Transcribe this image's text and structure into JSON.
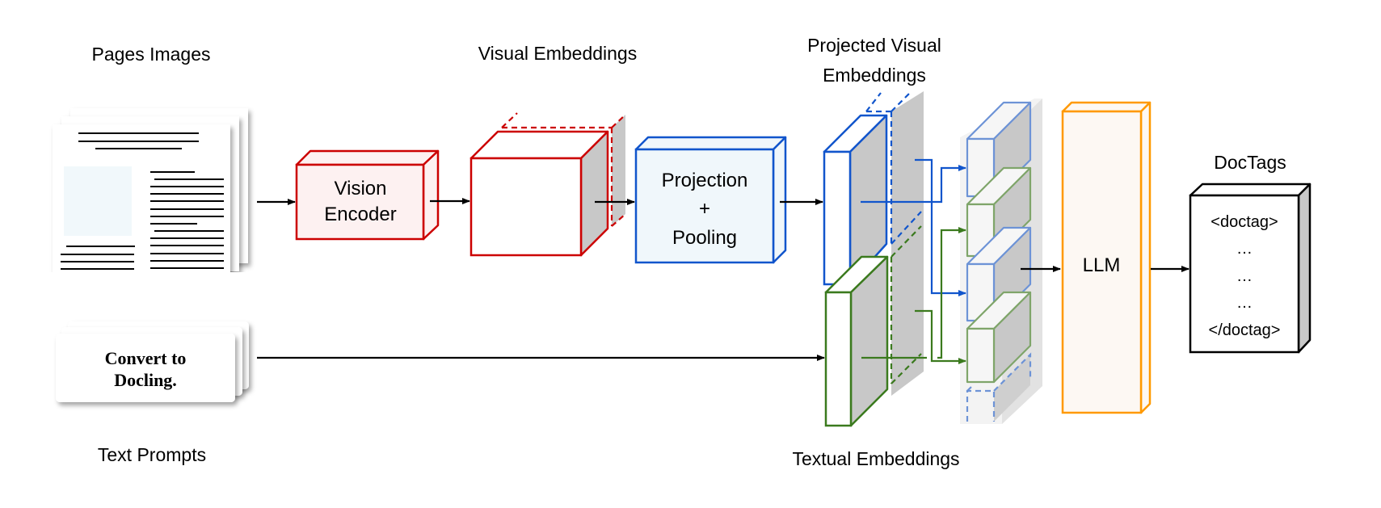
{
  "figure": {
    "labels": {
      "pages_images": "Pages Images",
      "visual_embeddings": "Visual Embeddings",
      "projected_visual_line1": "Projected Visual",
      "projected_visual_line2": "Embeddings",
      "doctags": "DocTags",
      "text_prompts": "Text Prompts",
      "textual_embeddings": "Textual Embeddings"
    },
    "blocks": {
      "vision_encoder_line1": "Vision",
      "vision_encoder_line2": "Encoder",
      "projection_line1": "Projection",
      "projection_line2": "+",
      "projection_line3": "Pooling",
      "llm": "LLM"
    },
    "prompt_card": {
      "line1": "Convert to",
      "line2": "Docling."
    },
    "doctags_output": {
      "lines": [
        "<doctag>",
        "…",
        "…",
        "…",
        "</doctag>"
      ]
    },
    "colors": {
      "vision_encoder": "#cc0000",
      "vision_encoder_fill": "#fdf1f1",
      "projection": "#1155cc",
      "projection_fill": "#f0f7fb",
      "textual": "#3b7a1e",
      "interleaved_blue": "#6d93d6",
      "interleaved_green": "#7fa56a",
      "llm": "#ff9900",
      "llm_fill": "#fdf8f3",
      "shade": "#c8c8c8"
    }
  }
}
